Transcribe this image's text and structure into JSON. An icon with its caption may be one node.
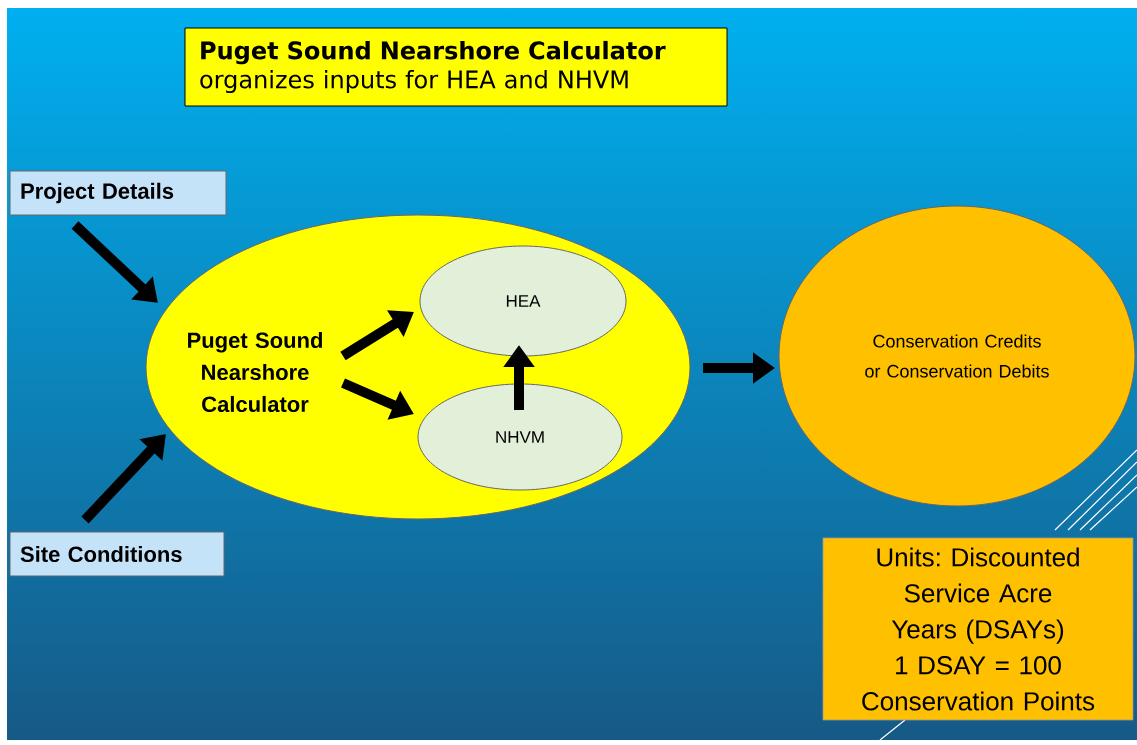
{
  "diagram": {
    "nodes": [
      {
        "text": [
          "Puget Sound Nearshore Calculator",
          "organizes inputs for HEA and NHVM"
        ]
      },
      {
        "text": [
          "Project Details"
        ]
      },
      {
        "text": [],
        "shape": "ellipse"
      },
      {
        "text": [
          "Puget Sound Nearshore Calculator"
        ],
        "in": 2
      },
      {
        "text": [
          "HEA"
        ],
        "in": 2
      },
      {
        "text": [
          "NHVM"
        ],
        "in": 2
      },
      {
        "text": [
          "Conservation Credits or Conservation Debits"
        ]
      },
      {
        "text": [
          "Site Conditions"
        ]
      },
      {
        "text": [
          "Units: Discounted Service Acre Years (DSAYs) 1 DSAY = 100 Conservation Points"
        ]
      }
    ],
    "edges": [
      {
        "from": 1,
        "to": 2,
        "arrow": "to"
      },
      {
        "from": 7,
        "to": 2,
        "arrow": "to"
      },
      {
        "from": 3,
        "to": 4,
        "arrow": "to"
      },
      {
        "from": 3,
        "to": 5,
        "arrow": "to"
      },
      {
        "from": 5,
        "to": 4,
        "arrow": "to"
      },
      {
        "from": 2,
        "to": 6,
        "arrow": "to"
      }
    ]
  }
}
